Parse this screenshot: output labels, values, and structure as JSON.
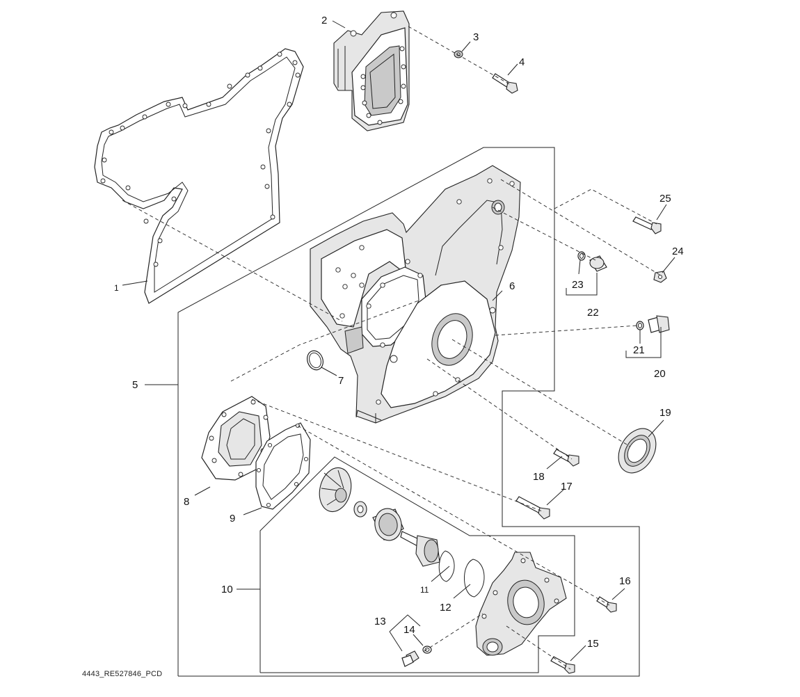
{
  "drawing": {
    "footer_code": "4443_RE527846_PCD"
  },
  "callouts": {
    "c1": "1",
    "c2": "2",
    "c3": "3",
    "c4": "4",
    "c5": "5",
    "c6": "6",
    "c7": "7",
    "c8": "8",
    "c9": "9",
    "c10": "10",
    "c11": "11",
    "c12": "12",
    "c13": "13",
    "c14": "14",
    "c15": "15",
    "c16": "16",
    "c17": "17",
    "c18": "18",
    "c19": "19",
    "c20": "20",
    "c21": "21",
    "c22": "22",
    "c23": "23",
    "c24": "24",
    "c25": "25"
  }
}
